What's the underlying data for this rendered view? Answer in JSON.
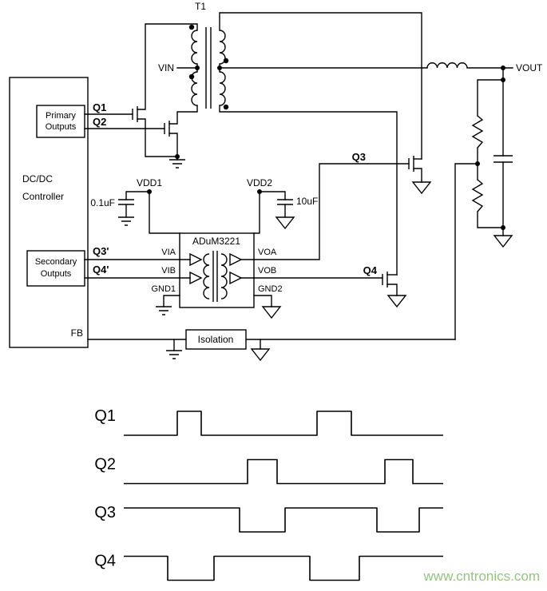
{
  "schematic": {
    "transformer": {
      "label": "T1",
      "vin": "VIN"
    },
    "output": {
      "vout": "VOUT"
    },
    "controller": {
      "name_line1": "DC/DC",
      "name_line2": "Controller",
      "primary_outputs": {
        "line1": "Primary",
        "line2": "Outputs"
      },
      "secondary_outputs": {
        "line1": "Secondary",
        "line2": "Outputs"
      },
      "fb": "FB"
    },
    "signals": {
      "q1": "Q1",
      "q2": "Q2",
      "q3p": "Q3'",
      "q4p": "Q4'"
    },
    "mosfets": {
      "q3": "Q3",
      "q4": "Q4"
    },
    "supplies": {
      "vdd1": "VDD1",
      "vdd2": "VDD2",
      "cap1": "0.1uF",
      "cap2": "10uF"
    },
    "isolator": {
      "name": "ADuM3221",
      "pins": {
        "via": "VIA",
        "vib": "VIB",
        "gnd1": "GND1",
        "voa": "VOA",
        "vob": "VOB",
        "gnd2": "GND2"
      }
    },
    "isolation_label": "Isolation"
  },
  "waveforms": {
    "type": "digital-timing",
    "time_span": 400,
    "traces": [
      {
        "label": "Q1",
        "initial": 0,
        "transitions": [
          [
            67,
            1
          ],
          [
            97,
            0
          ],
          [
            242,
            1
          ],
          [
            285,
            0
          ]
        ]
      },
      {
        "label": "Q2",
        "initial": 0,
        "transitions": [
          [
            155,
            1
          ],
          [
            192,
            0
          ],
          [
            327,
            1
          ],
          [
            362,
            0
          ]
        ]
      },
      {
        "label": "Q3",
        "initial": 1,
        "transitions": [
          [
            145,
            0
          ],
          [
            202,
            1
          ],
          [
            317,
            0
          ],
          [
            370,
            1
          ]
        ]
      },
      {
        "label": "Q4",
        "initial": 1,
        "transitions": [
          [
            55,
            0
          ],
          [
            113,
            1
          ],
          [
            233,
            0
          ],
          [
            295,
            1
          ]
        ]
      }
    ]
  },
  "watermark": {
    "text": "www.cntronics.com",
    "color": "#92C57E"
  }
}
